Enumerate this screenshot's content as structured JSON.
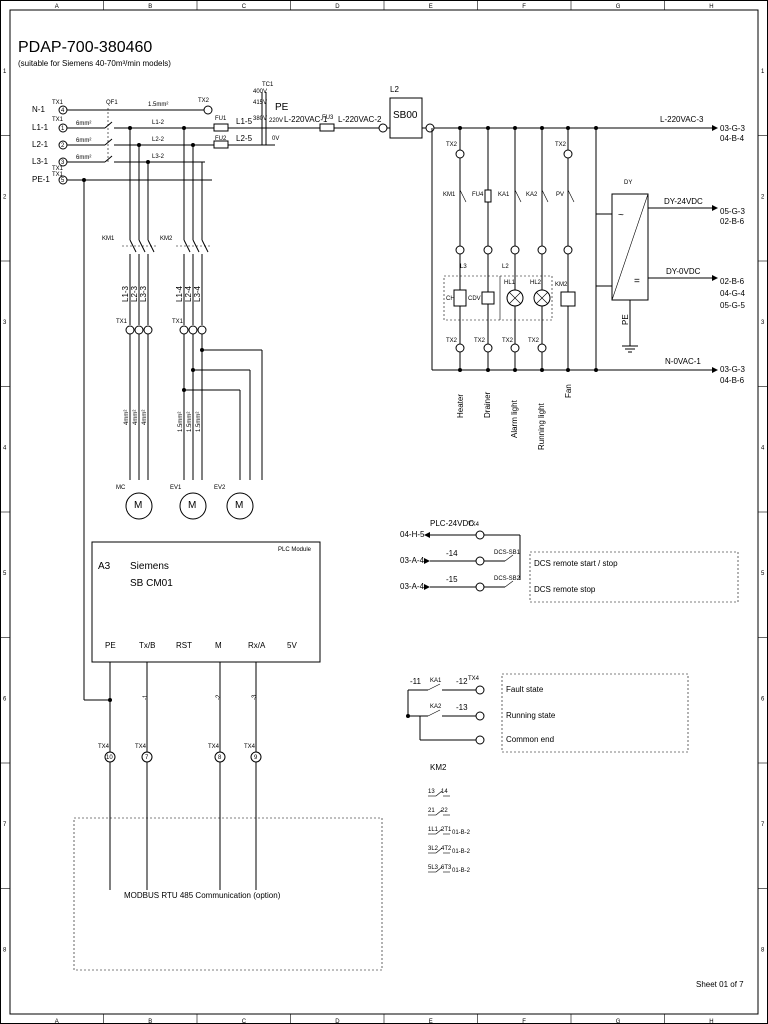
{
  "title": {
    "drawing_number": "PDAP-700-380460",
    "subtitle": "(suitable for Siemens 40-70m³/min models)"
  },
  "grid": {
    "columns": [
      "A",
      "B",
      "C",
      "D",
      "E",
      "F",
      "G",
      "H"
    ],
    "rows": [
      "1",
      "2",
      "3",
      "4",
      "5",
      "6",
      "7",
      "8"
    ]
  },
  "power_lines": [
    {
      "label": "N-1",
      "tx": "TX1",
      "term": "4"
    },
    {
      "label": "L1-1",
      "tx": "TX1",
      "term": "1"
    },
    {
      "label": "L2-1",
      "tx": "",
      "term": "2"
    },
    {
      "label": "L3-1",
      "tx": "TX1",
      "term": "3"
    },
    {
      "label": "PE-1",
      "tx": "TX1",
      "term": "5"
    }
  ],
  "wires": {
    "size_15": "1.5mm²",
    "size_6a": "6mm²",
    "size_6b": "6mm²",
    "size_6c": "6mm²",
    "l1_2": "L1-2",
    "l2_2": "L2-2",
    "l3_2": "L3-2",
    "l1_5": "L1-5",
    "l2_5": "L2-5",
    "vac1": "L-220VAC-1",
    "vac2": "L-220VAC-2",
    "vac3": "L-220VAC-3",
    "dy24": "DY-24VDC",
    "dy0": "DY-0VDC",
    "n0": "N-0VAC-1",
    "pe": "PE"
  },
  "components": {
    "qf1": "QF1",
    "tc1": "TC1",
    "fu1": "FU1",
    "fu2": "FU2",
    "fu3": "FU3",
    "fu4": "FU4",
    "l2": "L2",
    "sb00": "SB00",
    "km1": "KM1",
    "km2": "KM2",
    "ka1": "KA1",
    "ka2": "KA2",
    "pv": "PV",
    "dy": "DY",
    "l3": "L3",
    "ch": "CH",
    "cdv": "CDV",
    "hl1": "HL1",
    "hl2": "HL2",
    "mc": "MC",
    "ev1": "EV1",
    "ev2": "EV2"
  },
  "tc1_taps": {
    "v400": "400V",
    "v415": "415V",
    "v380": "380V",
    "v220": "220V",
    "v0": "0V"
  },
  "cross_refs": {
    "r1": "03-G-3",
    "r2": "04-B-4",
    "r3": "05-G-3",
    "r4": "02-B-6",
    "r5": "02-B-6",
    "r6": "04-G-4",
    "r7": "05-G-5",
    "r8": "03-G-3",
    "r9": "04-B-6"
  },
  "loads": [
    "Heater",
    "Drainer",
    "Alarm light",
    "Running light",
    "Fan"
  ],
  "motor_cables": {
    "c4a": "4mm²",
    "c4b": "4mm²",
    "c4c": "4mm²",
    "c15a": "1.5mm²",
    "c15b": "1.5mm²",
    "c15c": "1.5mm²"
  },
  "km1_phases": [
    "L1-3",
    "L2-3",
    "L3-3"
  ],
  "km2_phases": [
    "L1-4",
    "L2-4",
    "L3-4"
  ],
  "plc": {
    "header": "PLC Module",
    "tag": "A3",
    "name_1": "Siemens",
    "name_2": "SB CM01",
    "ports": [
      "PE",
      "Tx/B",
      "RST",
      "M",
      "Rx/A",
      "5V"
    ],
    "wire_1": "-1",
    "wire_2": "-2",
    "wire_3": "-3",
    "terms": [
      "10",
      "7",
      "8",
      "9"
    ]
  },
  "dcs": {
    "ref_1": "04-H-5",
    "ref_2": "03-A-4",
    "ref_3": "03-A-4",
    "supply": "PLC-24VDC",
    "wire_14": "-14",
    "wire_15": "-15",
    "sb1": "DCS-SB1",
    "sb2": "DCS-SB2",
    "label_start": "DCS remote start / stop",
    "label_stop": "DCS remote stop"
  },
  "status": {
    "w11": "-11",
    "w12": "-12",
    "w13": "-13",
    "ka1": "KA1",
    "ka2": "KA2",
    "fault": "Fault state",
    "running": "Running state",
    "common": "Common end"
  },
  "km2_contacts": {
    "title": "KM2",
    "rows": [
      {
        "a": "13",
        "b": "14",
        "ref": ""
      },
      {
        "a": "21",
        "b": "22",
        "ref": ""
      },
      {
        "a": "1L1",
        "b": "2T1",
        "ref": "01-B-2"
      },
      {
        "a": "3L2",
        "b": "4T2",
        "ref": "01-B-2"
      },
      {
        "a": "5L3",
        "b": "6T3",
        "ref": "01-B-2"
      }
    ]
  },
  "modbus": "MODBUS RTU 485 Communication (option)",
  "sheet": "Sheet  01 of   7"
}
